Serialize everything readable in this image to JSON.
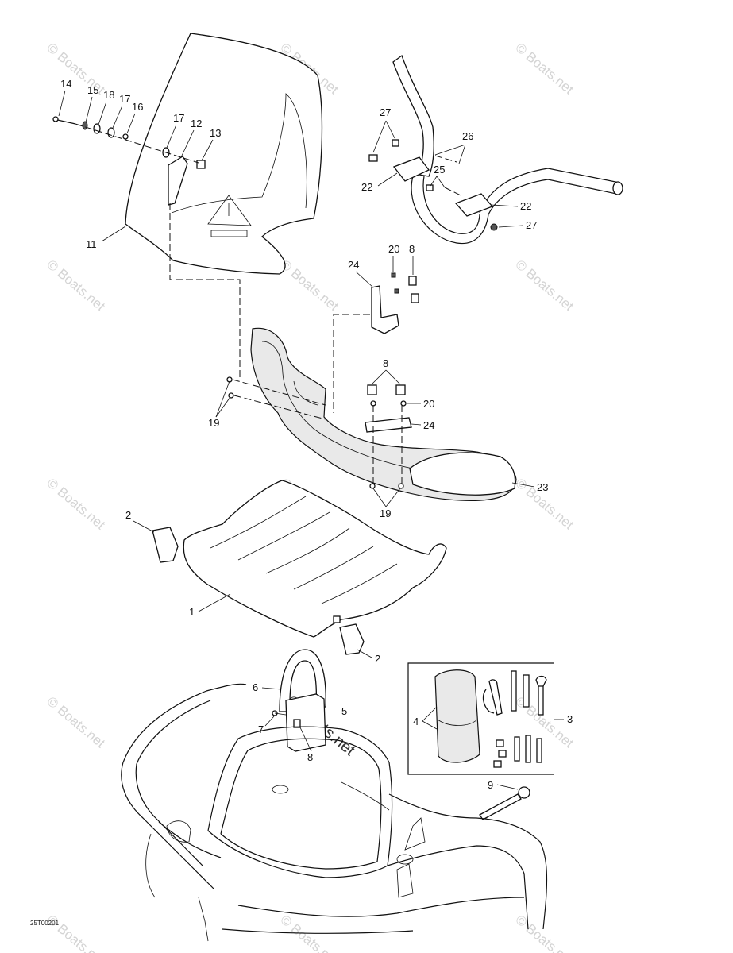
{
  "watermark": {
    "text": "© Boats.net"
  },
  "reference_code": "25T00201",
  "callouts": {
    "c1": "1",
    "c2a": "2",
    "c2b": "2",
    "c3": "3",
    "c4": "4",
    "c5": "5",
    "c6": "6",
    "c7": "7",
    "c8a": "8",
    "c8b": "8",
    "c8c": "8",
    "c9": "9",
    "c11": "11",
    "c12": "12",
    "c13": "13",
    "c14": "14",
    "c15": "15",
    "c16": "16",
    "c17a": "17",
    "c17b": "17",
    "c18": "18",
    "c19a": "19",
    "c19b": "19",
    "c20a": "20",
    "c20b": "20",
    "c22a": "22",
    "c22b": "22",
    "c23": "23",
    "c24a": "24",
    "c24b": "24",
    "c25": "25",
    "c26": "26",
    "c27a": "27",
    "c27b": "27"
  },
  "colors": {
    "ink": "#111111",
    "watermark": "#d4d4d4",
    "panel": "#e9e9e9"
  }
}
